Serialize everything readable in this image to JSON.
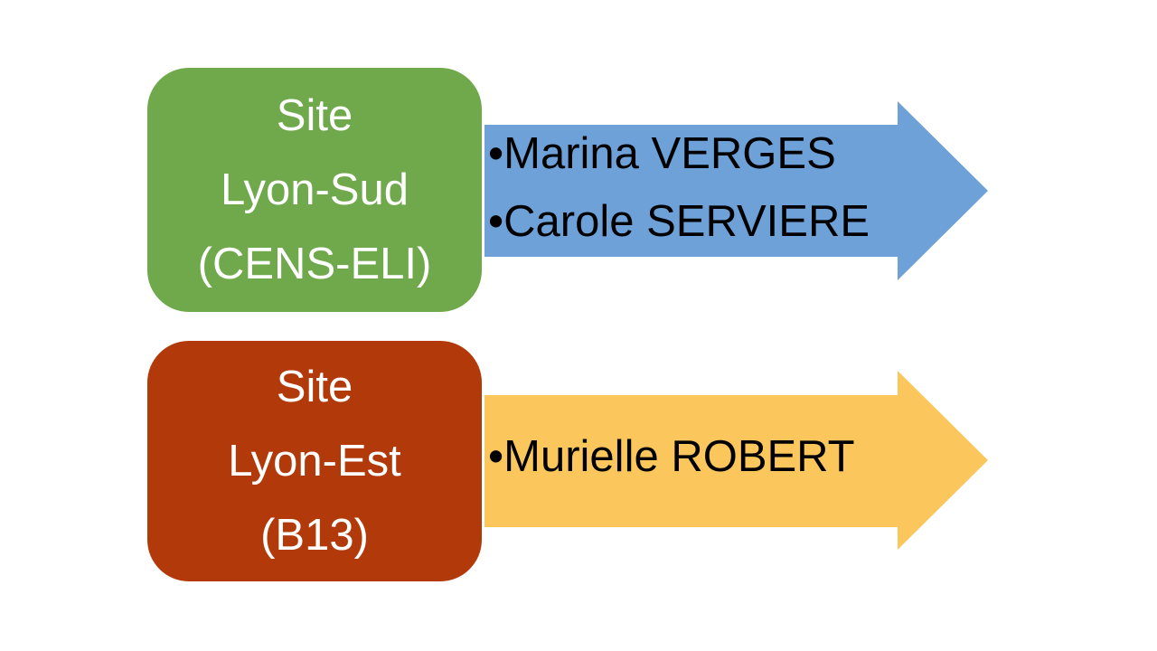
{
  "slide": {
    "background": "#ffffff",
    "bullet_char": "•",
    "rows": [
      {
        "site_box": {
          "lines": [
            "Site",
            "Lyon-Sud",
            "(CENS-ELI)"
          ],
          "fill": "#70A94C",
          "text_color": "#ffffff"
        },
        "arrow": {
          "fill": "#6DA1D8",
          "members": [
            "Marina VERGES",
            "Carole SERVIERE"
          ],
          "text_color": "#000000"
        }
      },
      {
        "site_box": {
          "lines": [
            "Site",
            "Lyon-Est",
            "(B13)"
          ],
          "fill": "#B23A0A",
          "text_color": "#ffffff"
        },
        "arrow": {
          "fill": "#FBC75D",
          "members": [
            "Murielle ROBERT"
          ],
          "text_color": "#000000"
        }
      }
    ]
  }
}
